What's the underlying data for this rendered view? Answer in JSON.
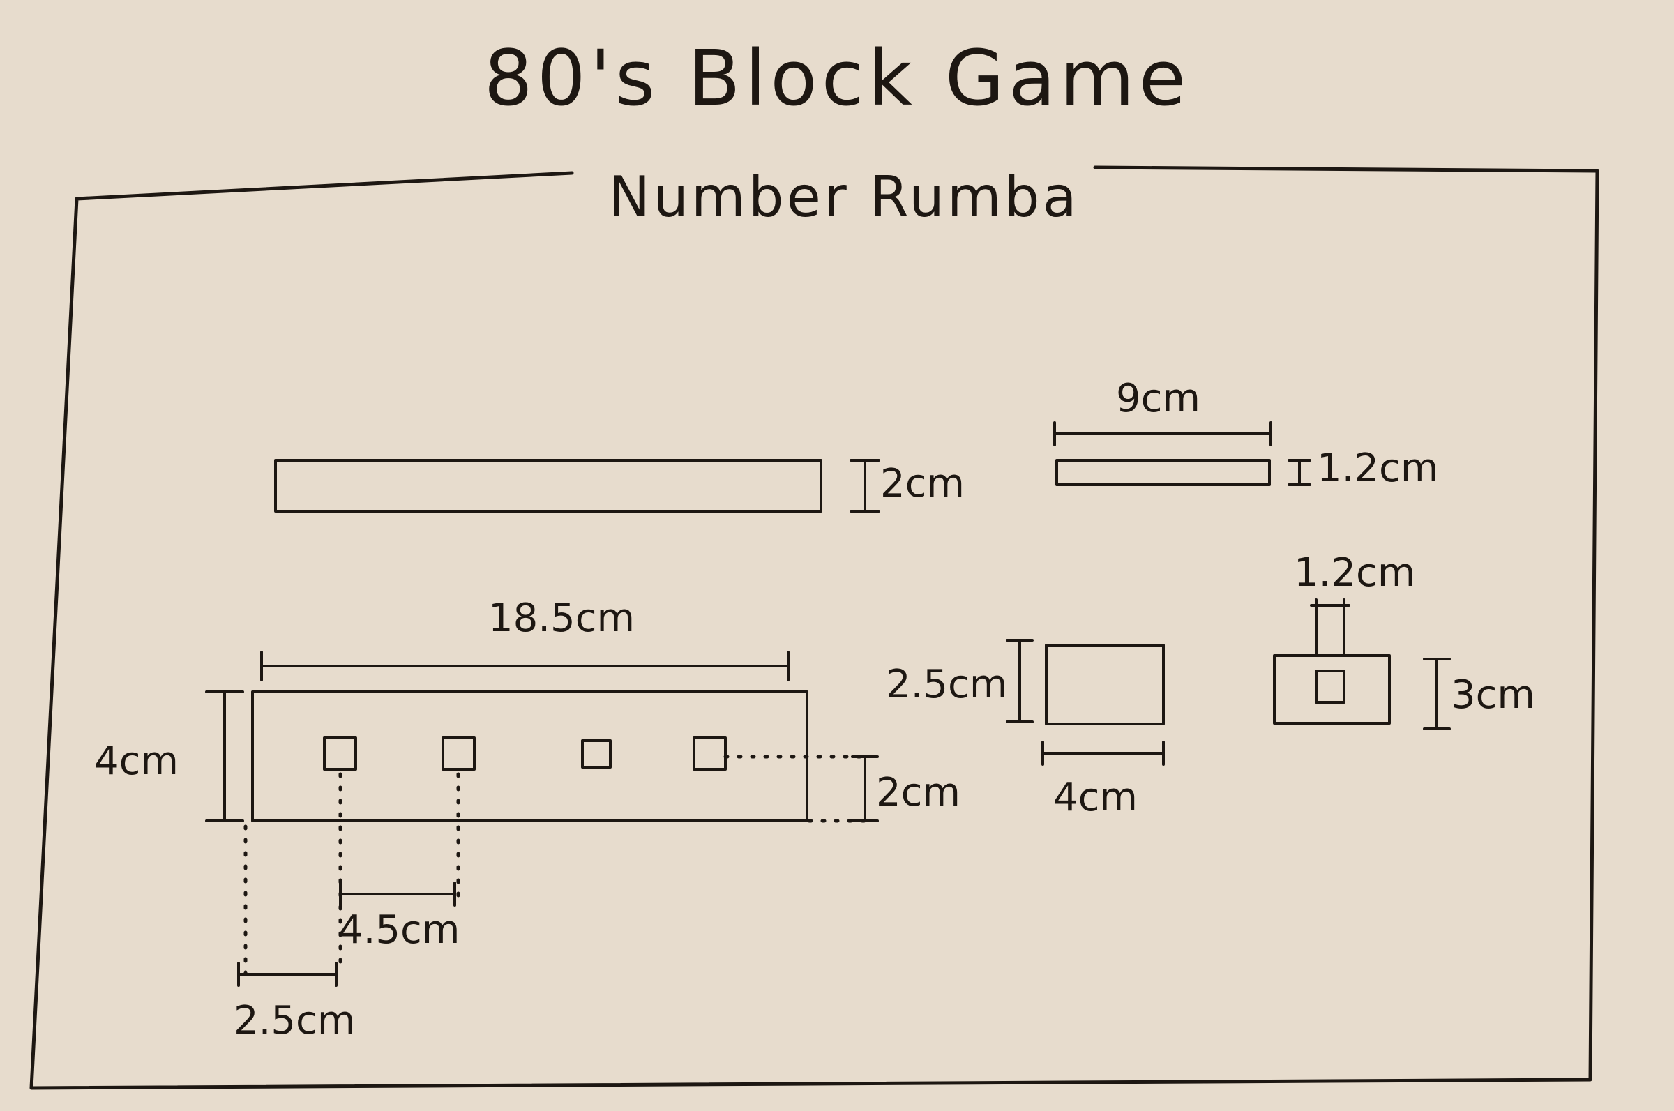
{
  "title": "80's Block Game",
  "subtitle": "Number Rumba",
  "labels": {
    "long_bar_height": "2cm",
    "short_bar_width": "9cm",
    "short_bar_height": "1.2cm",
    "main_block_length": "18.5cm",
    "main_block_height": "4cm",
    "hole_offset_height": "2cm",
    "hole_spacing": "4.5cm",
    "edge_offset": "2.5cm",
    "small_block_height": "2.5cm",
    "small_block_width": "4cm",
    "peg_width": "1.2cm",
    "peg_block_height": "3cm"
  },
  "colors": {
    "paper": "#e7dccd",
    "ink": "#1d1712"
  }
}
